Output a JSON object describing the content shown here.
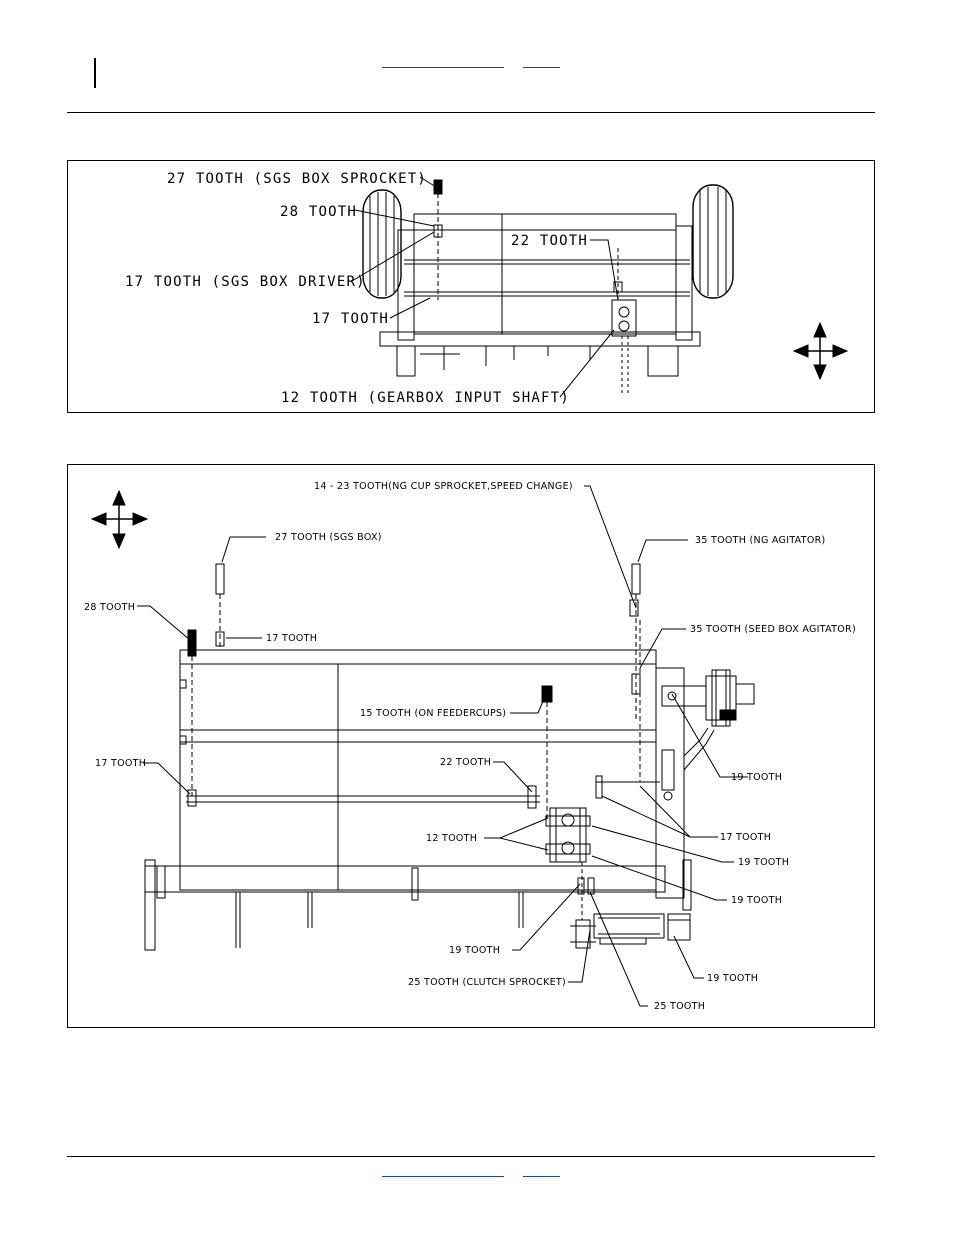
{
  "top_diagram": {
    "labels": {
      "l27": "27 TOOTH (SGS BOX SPROCKET)",
      "l28": "28 TOOTH",
      "l22": "22 TOOTH",
      "l17d": "17 TOOTH (SGS BOX DRIVER)",
      "l17": "17 TOOTH",
      "l12": "12 TOOTH (GEARBOX INPUT SHAFT)"
    }
  },
  "bottom_diagram": {
    "labels": {
      "l14": "14 - 23 TOOTH(NG CUP SPROCKET,SPEED CHANGE)",
      "l27": "27 TOOTH (SGS BOX)",
      "l35ng": "35 TOOTH (NG AGITATOR)",
      "l28": "28 TOOTH",
      "l17a": "17 TOOTH",
      "l35sb": "35 TOOTH (SEED BOX AGITATOR)",
      "l15": "15 TOOTH (ON FEEDERCUPS)",
      "l19a": "19 TOOTH",
      "l17b": "17 TOOTH",
      "l22": "22 TOOTH",
      "l17c": "17 TOOTH",
      "l12": "12 TOOTH",
      "l19b": "19 TOOTH",
      "l19c": "19 TOOTH",
      "l19d": "19 TOOTH",
      "l25c": "25 TOOTH (CLUTCH SPROCKET)",
      "l19e": "19 TOOTH",
      "l25": "25 TOOTH"
    }
  }
}
